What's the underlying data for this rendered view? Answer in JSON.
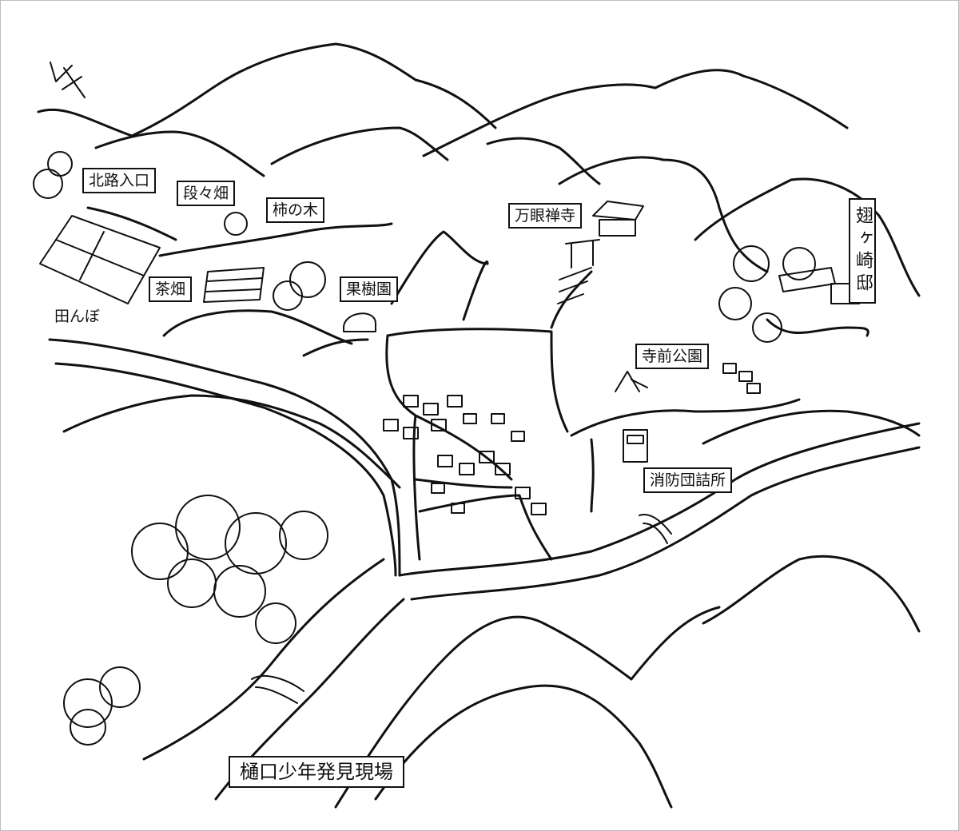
{
  "map": {
    "north_symbol": "north-arrow-icon",
    "labels": {
      "kitaji_entrance": "北路入口",
      "terraced_field": "段々畑",
      "persimmon_tree": "柿の木",
      "tea_field": "茶畑",
      "orchard": "果樹園",
      "rice_paddy": "田んぼ",
      "mangen_temple": "万眼禅寺",
      "hanegasaki_residence": "翅ヶ崎邸",
      "temple_park": "寺前公園",
      "fire_station": "消防団詰所",
      "discovery_site": "樋口少年発見現場"
    }
  }
}
